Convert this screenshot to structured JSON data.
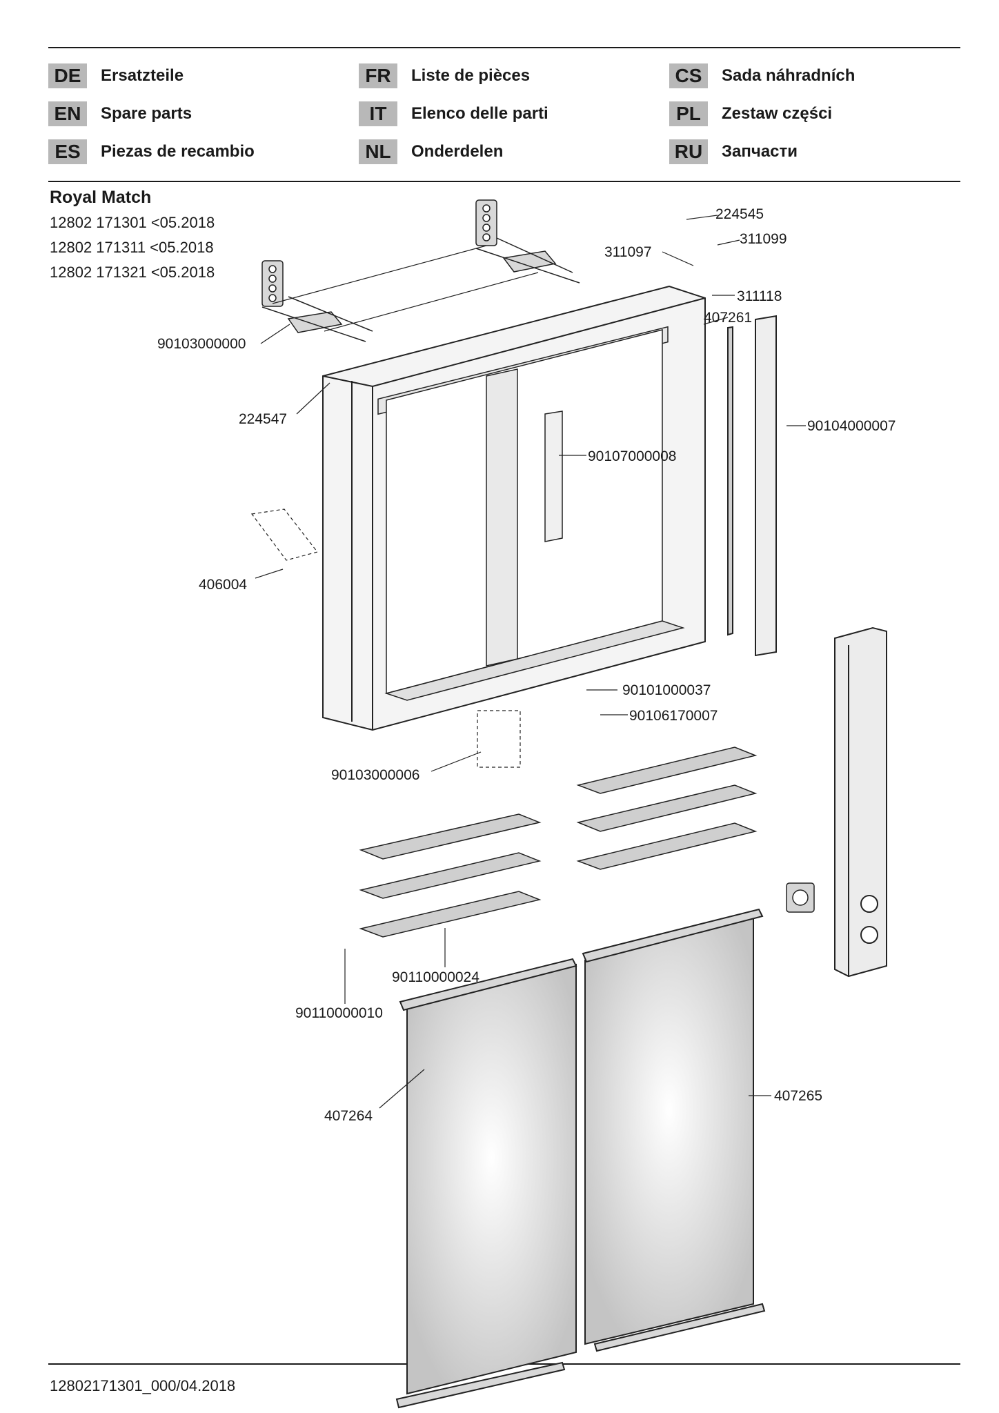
{
  "languages": [
    {
      "code": "DE",
      "name": "Ersatzteile"
    },
    {
      "code": "EN",
      "name": "Spare parts"
    },
    {
      "code": "ES",
      "name": "Piezas de recambio"
    },
    {
      "code": "FR",
      "name": "Liste de pièces"
    },
    {
      "code": "IT",
      "name": "Elenco delle parti"
    },
    {
      "code": "NL",
      "name": "Onderdelen"
    },
    {
      "code": "CS",
      "name": "Sada náhradních"
    },
    {
      "code": "PL",
      "name": "Zestaw części"
    },
    {
      "code": "RU",
      "name": "Запчасти"
    }
  ],
  "product": {
    "title": "Royal Match",
    "variants": [
      "12802 171301 <05.2018",
      "12802 171311 <05.2018",
      "12802 171321 <05.2018"
    ]
  },
  "part_labels": [
    "224545",
    "311099",
    "311097",
    "311118",
    "407261",
    "90103000000",
    "224547",
    "90104000007",
    "90107000008",
    "406004",
    "90101000037",
    "90106170007",
    "90103000006",
    "90110000024",
    "90110000010",
    "407264",
    "407265"
  ],
  "footer": {
    "doc_id": "12802171301_000/04.2018"
  }
}
